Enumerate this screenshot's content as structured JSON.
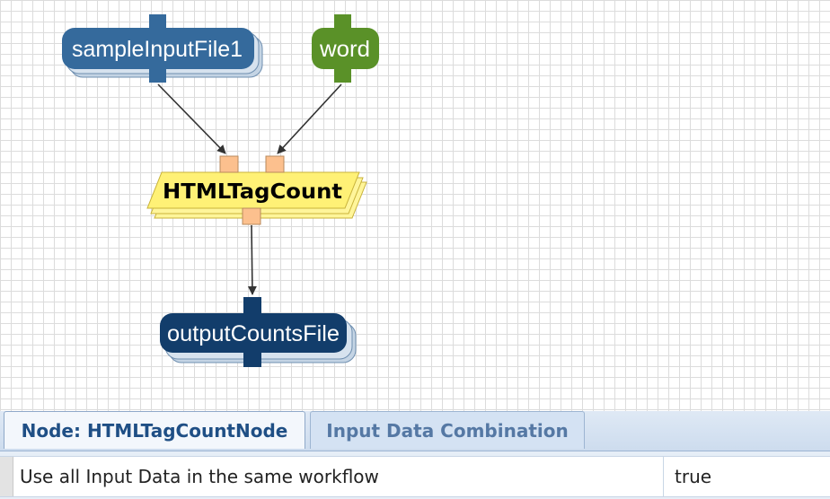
{
  "workflow": {
    "inputs": [
      {
        "label": "sampleInputFile1",
        "color": "#356a9c"
      },
      {
        "label": "word",
        "color": "#5a9128"
      }
    ],
    "task": {
      "label": "HTMLTagCount",
      "color": "#fff176"
    },
    "output": {
      "label": "outputCountsFile",
      "color": "#123d6b"
    }
  },
  "panel": {
    "tabs": [
      {
        "label": "Node: HTMLTagCountNode",
        "active": true
      },
      {
        "label": "Input Data Combination",
        "active": false
      }
    ],
    "rows": [
      {
        "name": "Use all Input Data in the same workflow",
        "value": "true"
      }
    ]
  }
}
